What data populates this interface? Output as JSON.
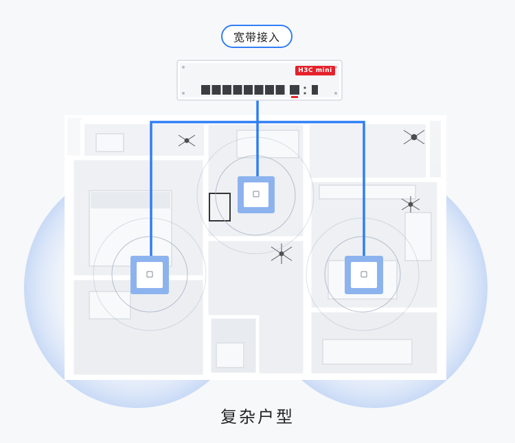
{
  "diagram": {
    "top_label": "宽带接入",
    "caption": "复杂户型",
    "router_brand": "H3C mini",
    "router_ports": 8,
    "access_points": 3,
    "colors": {
      "line": "#2f7df6",
      "coverage": "#cfe0fb",
      "ap_plate": "#8db3ef",
      "brand": "#e5212b"
    },
    "icons": [
      "router-icon",
      "ap-icon",
      "wifi-coverage-icon"
    ]
  }
}
